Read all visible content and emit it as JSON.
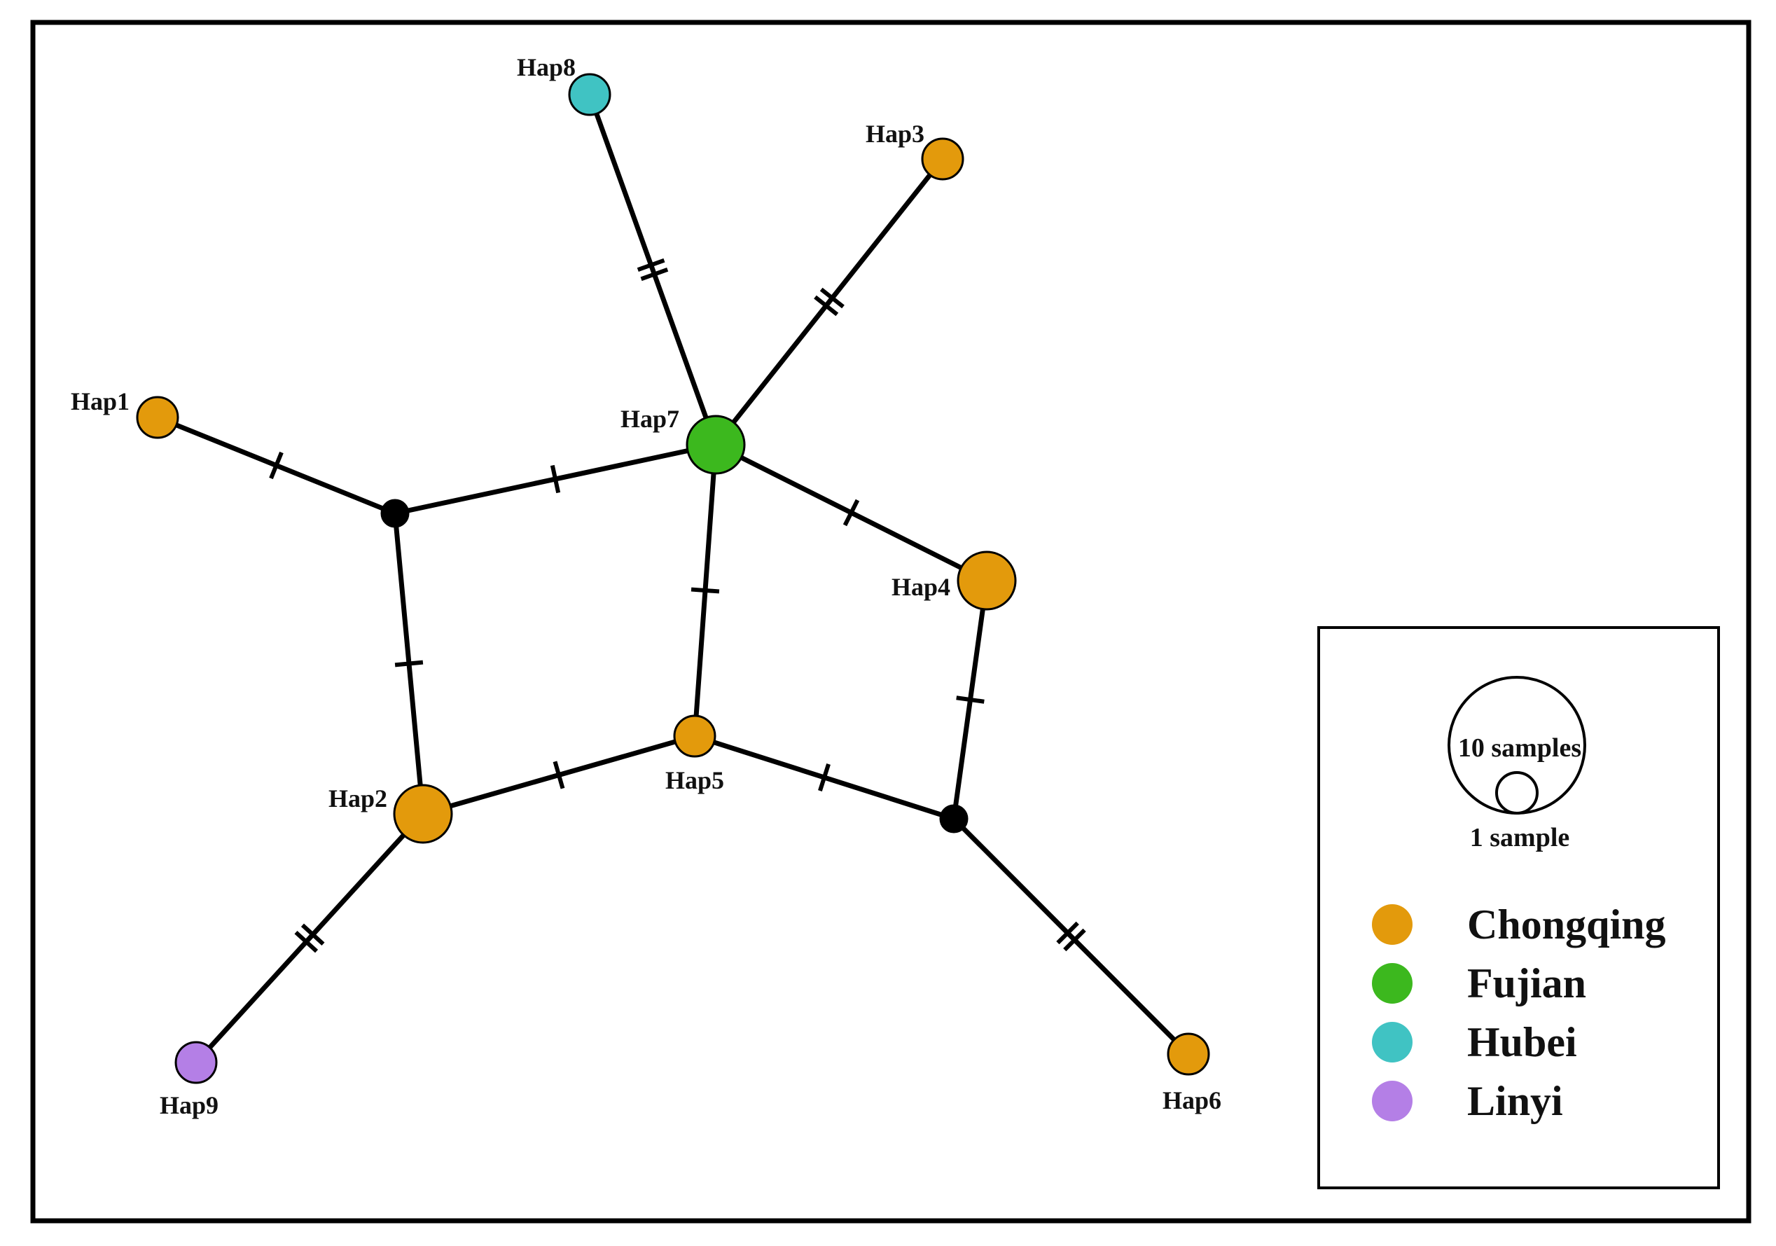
{
  "network": {
    "colors": {
      "Chongqing": "#E39A0C",
      "Fujian": "#3CB81E",
      "Hubei": "#40C3C3",
      "Linyi": "#B47FE6",
      "median": "#000000"
    },
    "nodes": [
      {
        "id": "Hap1",
        "label": "Hap1",
        "region": "Chongqing",
        "samples": 1
      },
      {
        "id": "Hap2",
        "label": "Hap2",
        "region": "Chongqing",
        "samples": 2
      },
      {
        "id": "Hap3",
        "label": "Hap3",
        "region": "Chongqing",
        "samples": 1
      },
      {
        "id": "Hap4",
        "label": "Hap4",
        "region": "Chongqing",
        "samples": 2
      },
      {
        "id": "Hap5",
        "label": "Hap5",
        "region": "Chongqing",
        "samples": 1
      },
      {
        "id": "Hap6",
        "label": "Hap6",
        "region": "Chongqing",
        "samples": 1
      },
      {
        "id": "Hap7",
        "label": "Hap7",
        "region": "Fujian",
        "samples": 2
      },
      {
        "id": "Hap8",
        "label": "Hap8",
        "region": "Hubei",
        "samples": 1
      },
      {
        "id": "Hap9",
        "label": "Hap9",
        "region": "Linyi",
        "samples": 1
      },
      {
        "id": "mv1",
        "label": "",
        "region": "median",
        "samples": 0
      },
      {
        "id": "mv2",
        "label": "",
        "region": "median",
        "samples": 0
      }
    ],
    "edges": [
      {
        "from": "Hap1",
        "to": "mv1",
        "mutations": 1
      },
      {
        "from": "mv1",
        "to": "Hap7",
        "mutations": 1
      },
      {
        "from": "mv1",
        "to": "Hap2",
        "mutations": 1
      },
      {
        "from": "Hap7",
        "to": "Hap8",
        "mutations": 2
      },
      {
        "from": "Hap7",
        "to": "Hap3",
        "mutations": 2
      },
      {
        "from": "Hap7",
        "to": "Hap4",
        "mutations": 1
      },
      {
        "from": "Hap7",
        "to": "Hap5",
        "mutations": 1
      },
      {
        "from": "Hap4",
        "to": "mv2",
        "mutations": 1
      },
      {
        "from": "Hap2",
        "to": "Hap5",
        "mutations": 1
      },
      {
        "from": "Hap5",
        "to": "mv2",
        "mutations": 1
      },
      {
        "from": "mv2",
        "to": "Hap6",
        "mutations": 2
      },
      {
        "from": "Hap2",
        "to": "Hap9",
        "mutations": 2
      }
    ]
  },
  "legend": {
    "scale_large_label": "10 samples",
    "scale_small_label": "1 sample",
    "items": [
      {
        "label": "Chongqing",
        "color": "#E39A0C"
      },
      {
        "label": "Fujian",
        "color": "#3CB81E"
      },
      {
        "label": "Hubei",
        "color": "#40C3C3"
      },
      {
        "label": "Linyi",
        "color": "#B47FE6"
      }
    ]
  }
}
